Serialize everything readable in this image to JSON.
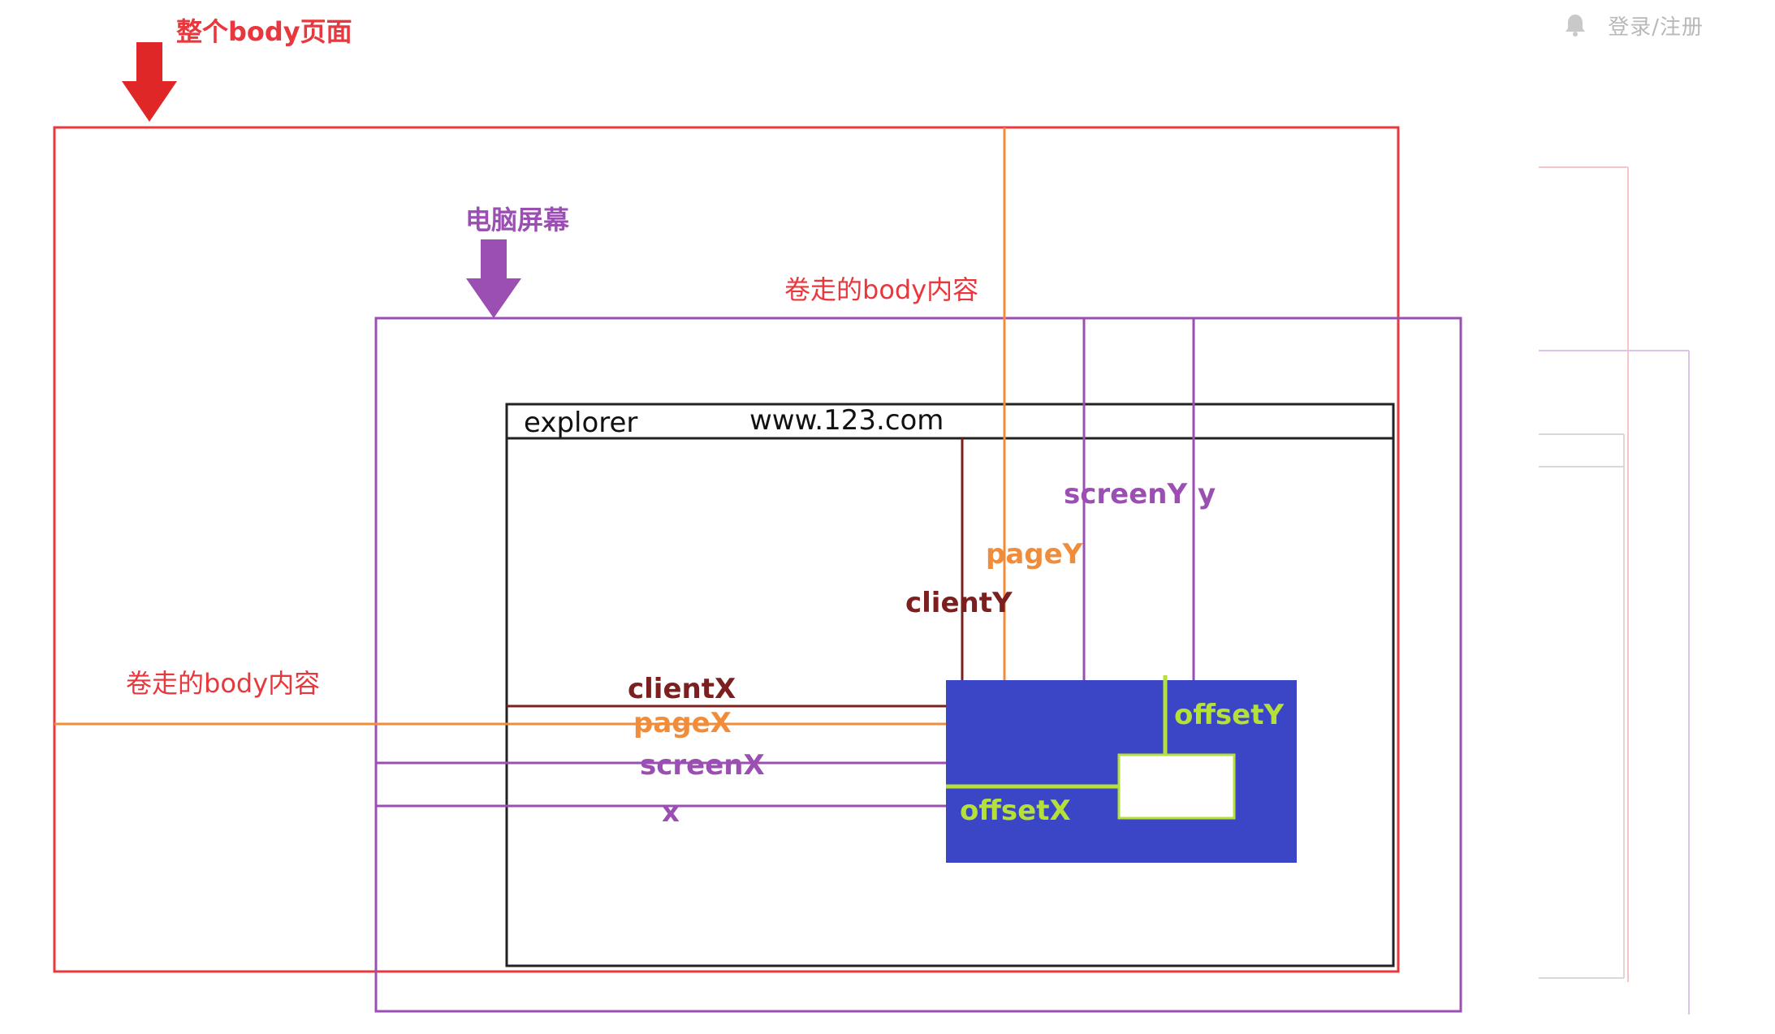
{
  "header": {
    "login_register": "登录/注册",
    "bell_icon": "bell-icon"
  },
  "labels": {
    "whole_body": "整个body页面",
    "screen": "电脑屏幕",
    "scrolled_top": "卷走的body内容",
    "scrolled_left": "卷走的body内容",
    "browser_title": "explorer",
    "browser_url": "www.123.com",
    "screenY": "screenY",
    "y": "y",
    "pageY": "pageY",
    "clientY": "clientY",
    "clientX": "clientX",
    "pageX": "pageX",
    "screenX": "screenX",
    "x": "x",
    "offsetY": "offsetY",
    "offsetX": "offsetX"
  },
  "colors": {
    "body_red": "#e8383d",
    "screen_purple": "#9b4fb2",
    "page_orange": "#f08c3a",
    "client_maroon": "#7b1f1f",
    "target_blue": "#3a46c5",
    "offset_green": "#b5e03a",
    "browser_black": "#222222",
    "faded_pink": "#f5c6c6",
    "faded_purple": "#dcc4e6"
  }
}
